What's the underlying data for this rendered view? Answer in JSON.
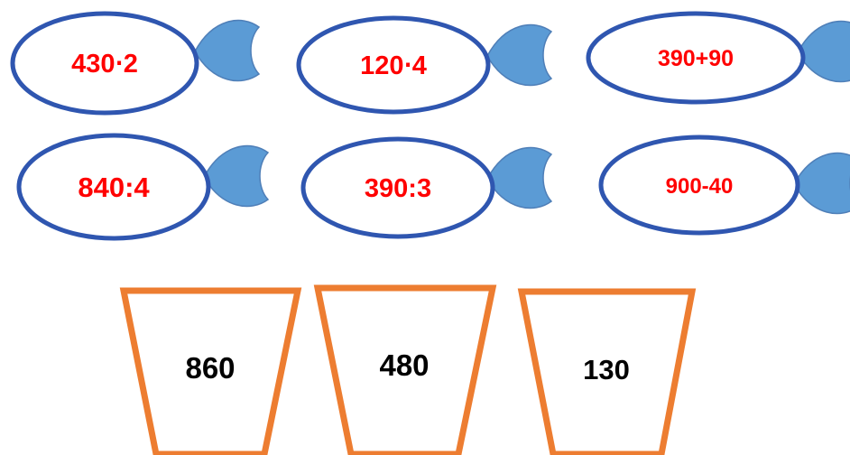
{
  "colors": {
    "fish_body_stroke": "#2f56b0",
    "fish_body_fill": "#ffffff",
    "fish_tail_fill": "#5b9bd5",
    "fish_tail_stroke": "#4f7fb8",
    "expression_text": "#ff0000",
    "bucket_stroke": "#ed7d31",
    "bucket_fill": "#ffffff",
    "answer_text": "#000000"
  },
  "fish": [
    {
      "expression": "430⋅2"
    },
    {
      "expression": "120⋅4"
    },
    {
      "expression": "390+90"
    },
    {
      "expression": "840:4"
    },
    {
      "expression": "390:3"
    },
    {
      "expression": "900-40"
    }
  ],
  "buckets": [
    {
      "answer": "860"
    },
    {
      "answer": "480"
    },
    {
      "answer": "130"
    }
  ]
}
